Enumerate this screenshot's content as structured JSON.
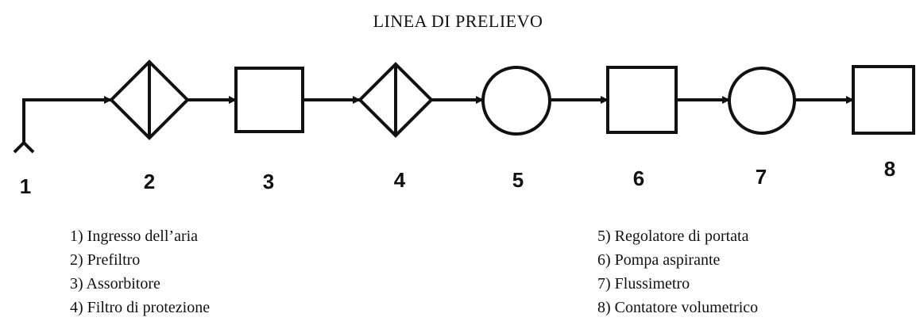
{
  "title": "LINEA DI PRELIEVO",
  "components": [
    {
      "number": "1",
      "shape": "air-inlet"
    },
    {
      "number": "2",
      "shape": "diamond-with-line"
    },
    {
      "number": "3",
      "shape": "square"
    },
    {
      "number": "4",
      "shape": "diamond-with-line"
    },
    {
      "number": "5",
      "shape": "circle"
    },
    {
      "number": "6",
      "shape": "square"
    },
    {
      "number": "7",
      "shape": "circle"
    },
    {
      "number": "8",
      "shape": "square"
    }
  ],
  "legend_left": [
    "1) Ingresso dell’aria",
    "2) Prefiltro",
    "3) Assorbitore",
    "4) Filtro di protezione"
  ],
  "legend_right": [
    "5) Regolatore di portata",
    "6) Pompa aspirante",
    "7) Flussimetro",
    "8) Contatore volumetrico"
  ],
  "colors": {
    "line": "#111111",
    "background": "#ffffff"
  }
}
